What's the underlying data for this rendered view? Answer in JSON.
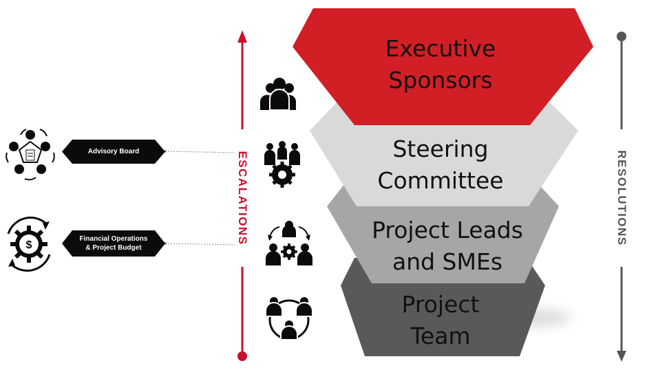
{
  "tiers": [
    {
      "label": "Executive\nSponsors",
      "color": "#d21f26"
    },
    {
      "label": "Steering\nCommittee",
      "color": "#d9d9d9"
    },
    {
      "label": "Project Leads\nand SMEs",
      "color": "#a6a6a6"
    },
    {
      "label": "Project\nTeam",
      "color": "#595959"
    }
  ],
  "escalations": {
    "label": "ESCALATIONS",
    "color": "#c8102e"
  },
  "resolutions": {
    "label": "RESOLUTIONS",
    "color": "#555555"
  },
  "side_items": [
    {
      "label": "Advisory Board",
      "icon": "board-meeting-icon"
    },
    {
      "label": "Financial Operations\n& Project Budget",
      "icon": "budget-gear-icon"
    }
  ],
  "tier_icons": [
    "team-group-icon",
    "group-gear-icon",
    "leads-exchange-icon",
    "network-team-icon"
  ]
}
